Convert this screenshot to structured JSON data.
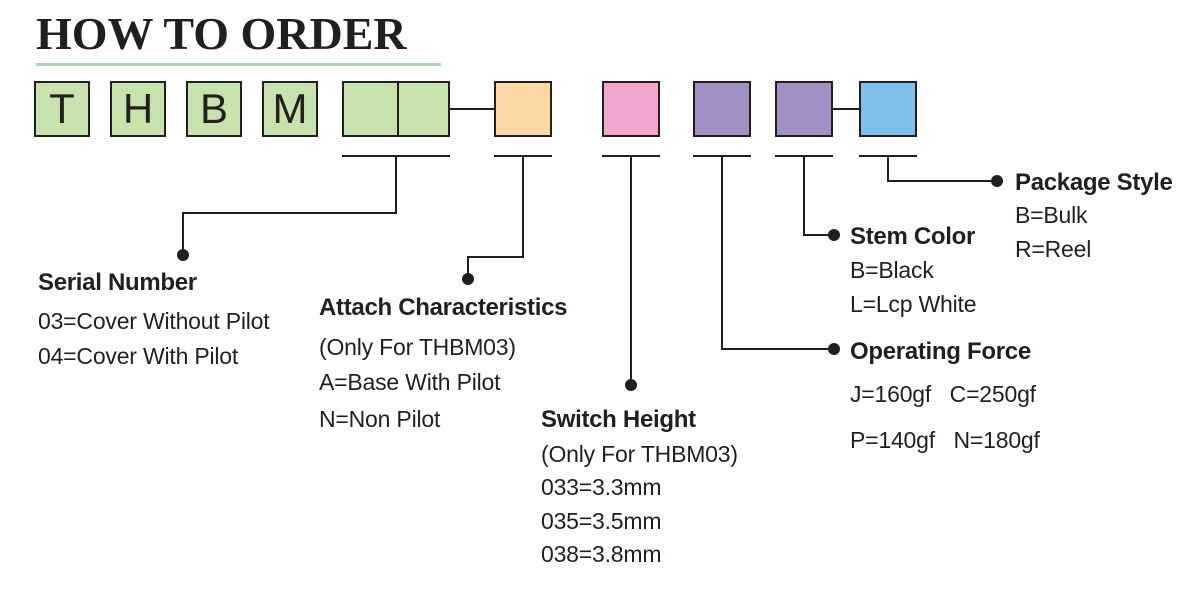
{
  "title": "HOW TO ORDER",
  "code": {
    "letters": [
      "T",
      "H",
      "B",
      "M"
    ]
  },
  "colors": {
    "green": "#c8e2ad",
    "orange": "#fcd7a6",
    "pink": "#f3a6cd",
    "purple": "#a28fc6",
    "blue": "#7fc0ea",
    "title_underline": "#a9d6b2"
  },
  "sections": {
    "serial_number": {
      "heading": "Serial Number",
      "lines": [
        "03=Cover Without Pilot",
        "04=Cover With Pilot"
      ]
    },
    "attach_characteristics": {
      "heading": "Attach Characteristics",
      "lines": [
        "(Only For THBM03)",
        "A=Base With Pilot",
        "N=Non Pilot"
      ]
    },
    "switch_height": {
      "heading": "Switch Height",
      "lines": [
        "(Only For THBM03)",
        "033=3.3mm",
        "035=3.5mm",
        "038=3.8mm"
      ]
    },
    "operating_force": {
      "heading": "Operating Force",
      "lines": [
        "J=160gf   C=250gf",
        "P=140gf   N=180gf"
      ]
    },
    "stem_color": {
      "heading": "Stem Color",
      "lines": [
        "B=Black",
        "L=Lcp White"
      ]
    },
    "package_style": {
      "heading": "Package Style",
      "lines": [
        "B=Bulk",
        "R=Reel"
      ]
    }
  }
}
